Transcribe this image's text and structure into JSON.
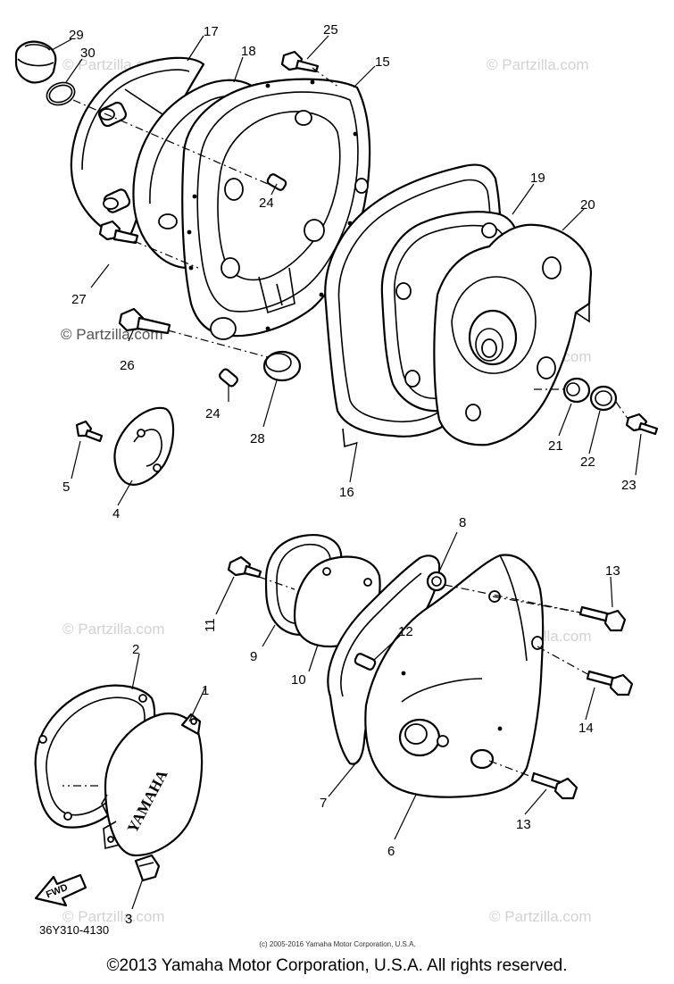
{
  "watermark": "© Partzilla.com",
  "diagram_code": "36Y310-4130",
  "small_copyright": "(c) 2005-2016 Yamaha Motor Corporation, U.S.A.",
  "footer_copyright": "©2013 Yamaha Motor Corporation, U.S.A. All rights reserved.",
  "fwd_label": "FWD",
  "cover_brand": "YAMAHA",
  "callouts": [
    "29",
    "30",
    "17",
    "18",
    "25",
    "15",
    "24",
    "19",
    "20",
    "27",
    "26",
    "24",
    "28",
    "5",
    "4",
    "16",
    "21",
    "22",
    "23",
    "8",
    "13",
    "11",
    "9",
    "12",
    "10",
    "14",
    "2",
    "1",
    "7",
    "13",
    "6",
    "3"
  ]
}
